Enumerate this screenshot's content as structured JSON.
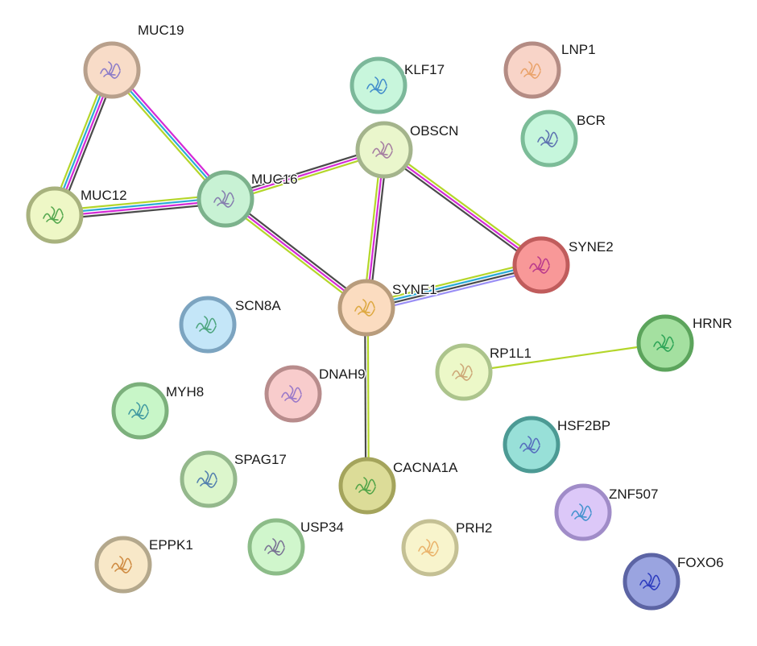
{
  "title": "Protein interaction network",
  "edge_colors": {
    "database": "#4a4a4a",
    "experimental": "#d42ad6",
    "coexpression": "#2aaad6",
    "textmining": "#b4d62a",
    "homology": "#9a8ef5"
  },
  "nodes": [
    {
      "id": "MUC19",
      "label": "MUC19",
      "fill": "#f8dcc8",
      "stroke": "#b8a08c",
      "art": "#7a6cc8"
    },
    {
      "id": "MUC12",
      "label": "MUC12",
      "fill": "#eef7c6",
      "stroke": "#a8b27e",
      "art": "#3a9a3a"
    },
    {
      "id": "MUC16",
      "label": "MUC16",
      "fill": "#c8f2d4",
      "stroke": "#7cb28c",
      "art": "#7a6aa8"
    },
    {
      "id": "KLF17",
      "label": "KLF17",
      "fill": "#c8f6dc",
      "stroke": "#7cb89a",
      "art": "#2a7ac8"
    },
    {
      "id": "OBSCN",
      "label": "OBSCN",
      "fill": "#eaf6cc",
      "stroke": "#a4b48c",
      "art": "#9a6a9a"
    },
    {
      "id": "LNP1",
      "label": "LNP1",
      "fill": "#f8d4c8",
      "stroke": "#b48c84",
      "art": "#e89a5a"
    },
    {
      "id": "BCR",
      "label": "BCR",
      "fill": "#c6f6dc",
      "stroke": "#7cbc98",
      "art": "#4a5aa8"
    },
    {
      "id": "SYNE2",
      "label": "SYNE2",
      "fill": "#f89898",
      "stroke": "#c05c5c",
      "art": "#b02a8a"
    },
    {
      "id": "SYNE1",
      "label": "SYNE1",
      "fill": "#fbdcc0",
      "stroke": "#b89c7c",
      "art": "#d8a02a"
    },
    {
      "id": "SCN8A",
      "label": "SCN8A",
      "fill": "#c4e6f8",
      "stroke": "#7ca4c0",
      "art": "#3a9a6a"
    },
    {
      "id": "HRNR",
      "label": "HRNR",
      "fill": "#a4e0a0",
      "stroke": "#5ca45c",
      "art": "#1a9a4a"
    },
    {
      "id": "RP1L1",
      "label": "RP1L1",
      "fill": "#ecf8c8",
      "stroke": "#acc48c",
      "art": "#c89a6a"
    },
    {
      "id": "DNAH9",
      "label": "DNAH9",
      "fill": "#f8cccc",
      "stroke": "#b88c8c",
      "art": "#8a6ac8"
    },
    {
      "id": "MYH8",
      "label": "MYH8",
      "fill": "#c8f6c8",
      "stroke": "#7cb07c",
      "art": "#2a8a9a"
    },
    {
      "id": "HSF2BP",
      "label": "HSF2BP",
      "fill": "#98e0d8",
      "stroke": "#4c9a94",
      "art": "#4a5ab8"
    },
    {
      "id": "SPAG17",
      "label": "SPAG17",
      "fill": "#dcf6cc",
      "stroke": "#94b88c",
      "art": "#3a6aa8"
    },
    {
      "id": "CACNA1A",
      "label": "CACNA1A",
      "fill": "#dcdc98",
      "stroke": "#a4a45c",
      "art": "#3a9a3a"
    },
    {
      "id": "ZNF507",
      "label": "ZNF507",
      "fill": "#dcc8f8",
      "stroke": "#a08cc8",
      "art": "#2a8ac8"
    },
    {
      "id": "USP34",
      "label": "USP34",
      "fill": "#d0f6cc",
      "stroke": "#8cbc88",
      "art": "#6a5a8a"
    },
    {
      "id": "PRH2",
      "label": "PRH2",
      "fill": "#f8f4cc",
      "stroke": "#c4c094",
      "art": "#e8a85a"
    },
    {
      "id": "EPPK1",
      "label": "EPPK1",
      "fill": "#f8e8c8",
      "stroke": "#b4a88c",
      "art": "#c87a2a"
    },
    {
      "id": "FOXO6",
      "label": "FOXO6",
      "fill": "#9aa4e0",
      "stroke": "#5c64a4",
      "art": "#1a2ab8"
    }
  ],
  "edges": [
    {
      "source": "MUC19",
      "target": "MUC12",
      "types": [
        "database",
        "experimental",
        "coexpression",
        "textmining"
      ]
    },
    {
      "source": "MUC19",
      "target": "MUC16",
      "types": [
        "experimental",
        "coexpression",
        "textmining"
      ]
    },
    {
      "source": "MUC12",
      "target": "MUC16",
      "types": [
        "textmining",
        "coexpression",
        "experimental",
        "database"
      ]
    },
    {
      "source": "MUC16",
      "target": "OBSCN",
      "types": [
        "database",
        "experimental",
        "textmining"
      ]
    },
    {
      "source": "MUC16",
      "target": "SYNE1",
      "types": [
        "database",
        "experimental",
        "textmining"
      ]
    },
    {
      "source": "OBSCN",
      "target": "SYNE1",
      "types": [
        "database",
        "experimental",
        "textmining"
      ]
    },
    {
      "source": "OBSCN",
      "target": "SYNE2",
      "types": [
        "textmining",
        "experimental",
        "database"
      ]
    },
    {
      "source": "SYNE1",
      "target": "SYNE2",
      "types": [
        "textmining",
        "coexpression",
        "database",
        "homology"
      ]
    },
    {
      "source": "SYNE1",
      "target": "CACNA1A",
      "types": [
        "textmining",
        "database"
      ]
    },
    {
      "source": "RP1L1",
      "target": "HRNR",
      "types": [
        "textmining"
      ]
    }
  ]
}
